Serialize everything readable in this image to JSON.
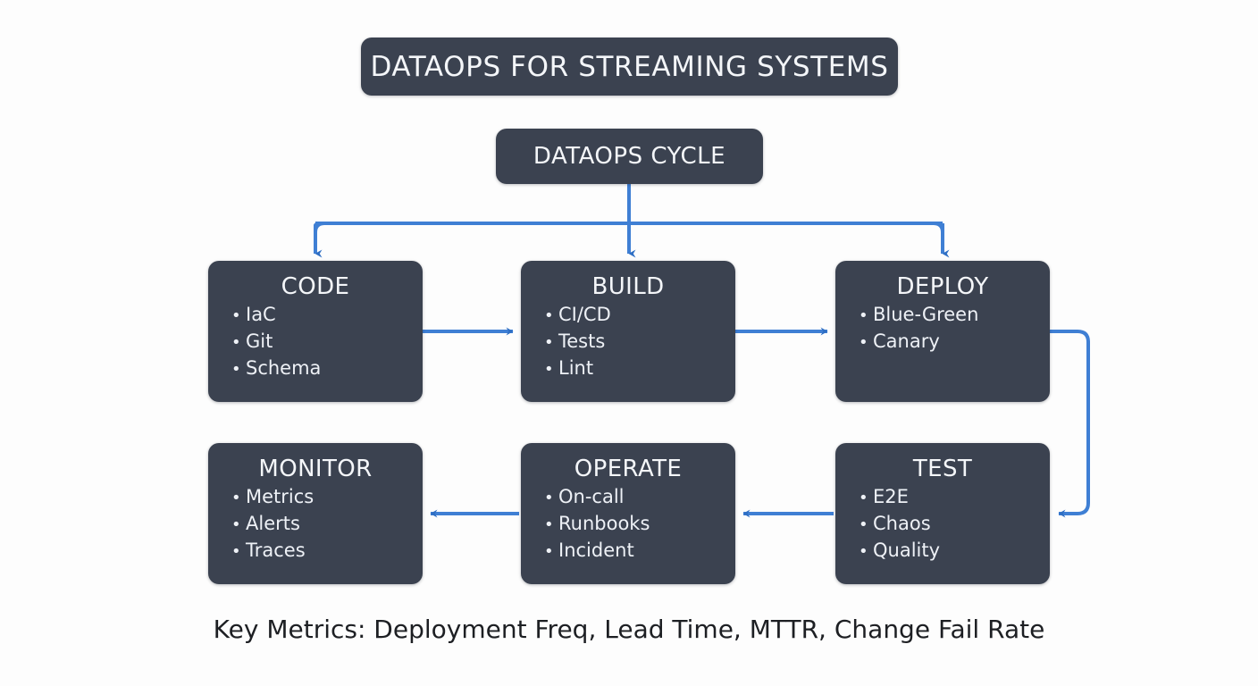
{
  "header": {
    "title": "DATAOPS FOR STREAMING SYSTEMS"
  },
  "cycle": {
    "label": "DATAOPS CYCLE"
  },
  "colors": {
    "box_fill": "#3b4250",
    "box_text": "#f4f6f9",
    "connector": "#3f7fd4",
    "background": "#fdfdfd",
    "footer_text": "#1d1f23"
  },
  "stages": [
    {
      "id": "code",
      "title": "CODE",
      "items": [
        "IaC",
        "Git",
        "Schema"
      ]
    },
    {
      "id": "build",
      "title": "BUILD",
      "items": [
        "CI/CD",
        "Tests",
        "Lint"
      ]
    },
    {
      "id": "deploy",
      "title": "DEPLOY",
      "items": [
        "Blue-Green",
        "Canary"
      ]
    },
    {
      "id": "monitor",
      "title": "MONITOR",
      "items": [
        "Metrics",
        "Alerts",
        "Traces"
      ]
    },
    {
      "id": "operate",
      "title": "OPERATE",
      "items": [
        "On-call",
        "Runbooks",
        "Incident"
      ]
    },
    {
      "id": "test",
      "title": "TEST",
      "items": [
        "E2E",
        "Chaos",
        "Quality"
      ]
    }
  ],
  "footer": {
    "text": "Key Metrics: Deployment Freq, Lead Time, MTTR, Change Fail Rate"
  },
  "bullet": "•"
}
